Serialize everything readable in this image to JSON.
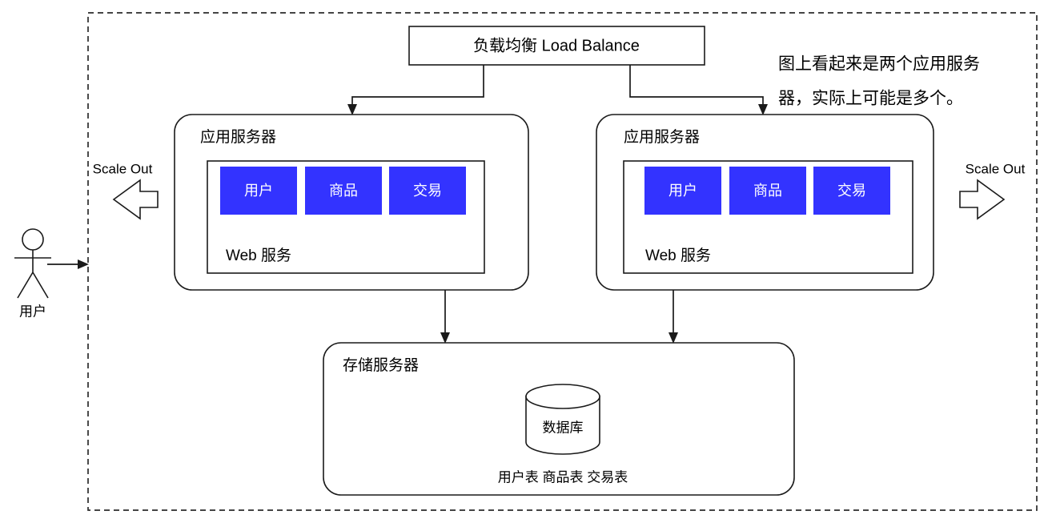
{
  "diagram": {
    "title_box": {
      "label": "负载均衡 Load Balance"
    },
    "note": {
      "line1": "图上看起来是两个应用服务",
      "line2": "器，实际上可能是多个。"
    },
    "actor": {
      "label": "用户",
      "icon": "stick-figure-actor-icon"
    },
    "scale_out": {
      "left_label": "Scale Out",
      "right_label": "Scale Out",
      "left_icon": "arrow-left-block-icon",
      "right_icon": "arrow-right-block-icon"
    },
    "app_servers": [
      {
        "title": "应用服务器",
        "web_label": "Web 服务",
        "modules": [
          {
            "label": "用户"
          },
          {
            "label": "商品"
          },
          {
            "label": "交易"
          }
        ]
      },
      {
        "title": "应用服务器",
        "web_label": "Web 服务",
        "modules": [
          {
            "label": "用户"
          },
          {
            "label": "商品"
          },
          {
            "label": "交易"
          }
        ]
      }
    ],
    "storage_server": {
      "title": "存储服务器",
      "database": {
        "label": "数据库",
        "icon": "database-cylinder-icon"
      },
      "tables_caption": "用户表 商品表 交易表"
    },
    "colors": {
      "module_fill": "#3333ff",
      "module_text": "#ffffff",
      "stroke": "#1a1a1a",
      "background": "#ffffff",
      "boundary_stroke": "#2b2b2b"
    }
  }
}
